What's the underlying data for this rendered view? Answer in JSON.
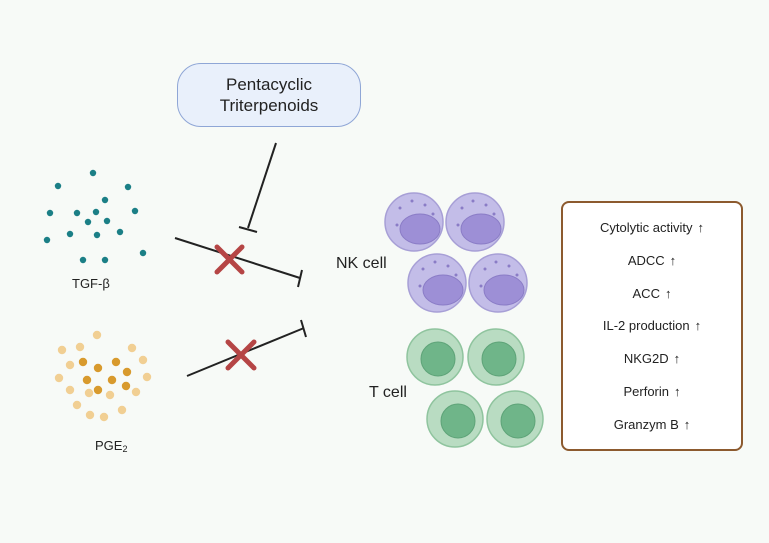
{
  "inhibitor": {
    "line1": "Pentacyclic",
    "line2": "Triterpenoids"
  },
  "factors": {
    "tgf_label": "TGF-β",
    "pge_label_main": "PGE",
    "pge_label_sub": "2"
  },
  "cells": {
    "nk_label": "NK cell",
    "t_label": "T cell"
  },
  "effects": [
    {
      "text": "Cytolytic activity",
      "arrow": "↑"
    },
    {
      "text": "ADCC",
      "arrow": "↑"
    },
    {
      "text": "ACC",
      "arrow": "↑"
    },
    {
      "text": "IL-2 production",
      "arrow": "↑"
    },
    {
      "text": "NKG2D",
      "arrow": "↑"
    },
    {
      "text": "Perforin",
      "arrow": "↑"
    },
    {
      "text": "Granzym B",
      "arrow": "↑"
    }
  ],
  "colors": {
    "tgf_dot": "#1b7f86",
    "pge_light": "#f1cf93",
    "pge_dark": "#d89a2d",
    "nk_outer": "#c3bde8",
    "nk_nucleus": "#9d8fd6",
    "t_outer": "#b9dcc2",
    "t_nucleus": "#6fb589",
    "cross": "#b54545",
    "effects_border": "#8c5a2e"
  }
}
